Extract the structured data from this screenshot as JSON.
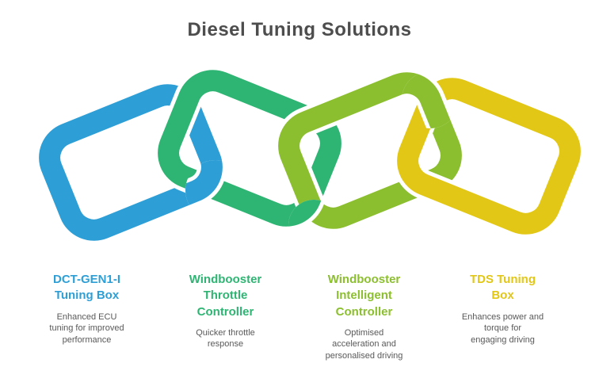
{
  "title": "Diesel Tuning Solutions",
  "colors": {
    "blue": "#2e9fd6",
    "green": "#2fb573",
    "lime": "#8cbf2f",
    "yellow": "#e2c716",
    "title_text": "#4d4d4d",
    "desc_text": "#595959"
  },
  "chain": {
    "links": [
      "blue",
      "green",
      "lime",
      "yellow"
    ]
  },
  "products": [
    {
      "title": "DCT-GEN1-I\nTuning Box",
      "description": "Enhanced ECU\ntuning for improved\nperformance"
    },
    {
      "title": "Windbooster\nThrottle\nController",
      "description": "Quicker throttle\nresponse"
    },
    {
      "title": "Windbooster\nIntelligent\nController",
      "description": "Optimised\nacceleration and\npersonalised driving"
    },
    {
      "title": "TDS Tuning\nBox",
      "description": "Enhances power and\ntorque for\nengaging driving"
    }
  ]
}
